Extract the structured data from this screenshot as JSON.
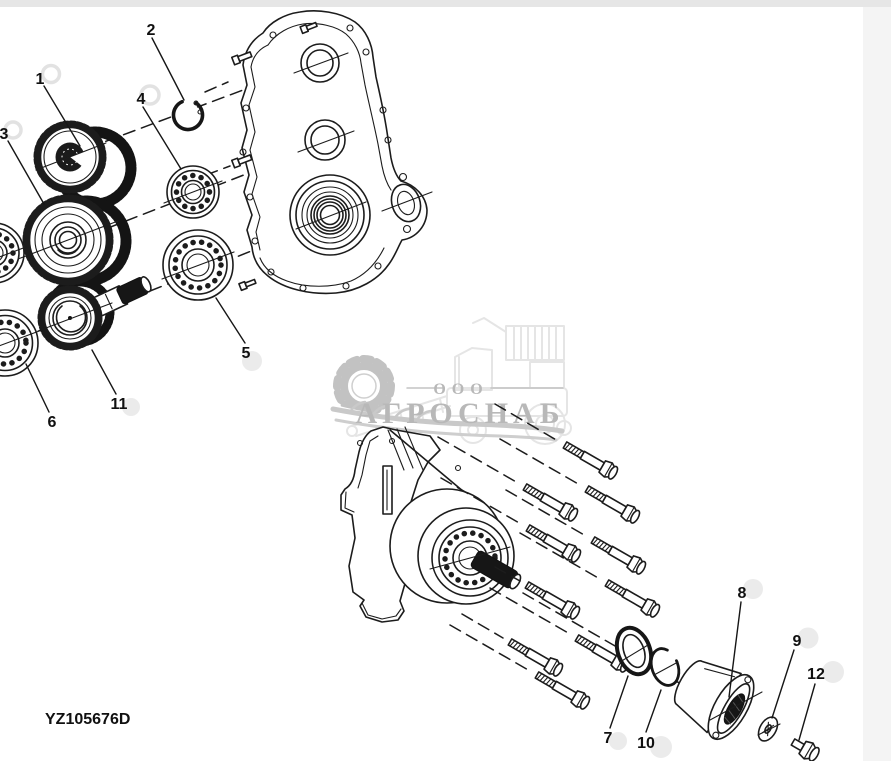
{
  "image": {
    "code_label": "YZ105676D"
  },
  "watermark": {
    "company_prefix": "ООО",
    "company_name": "АГРОСНАБ"
  },
  "callouts": {
    "c1": {
      "num": "1"
    },
    "c2": {
      "num": "2"
    },
    "c3": {
      "num": "3"
    },
    "c4": {
      "num": "4"
    },
    "c5": {
      "num": "5"
    },
    "c6": {
      "num": "6"
    },
    "c7": {
      "num": "7"
    },
    "c8": {
      "num": "8"
    },
    "c9": {
      "num": "9"
    },
    "c10": {
      "num": "10"
    },
    "c11": {
      "num": "11"
    },
    "c12": {
      "num": "12"
    }
  },
  "colors": {
    "line": "#1c1c1c",
    "background": "#ffffff",
    "top_strip": "#e6e6e6",
    "right_strip": "#f4f4f4",
    "watermark": "#b8b8b8"
  }
}
